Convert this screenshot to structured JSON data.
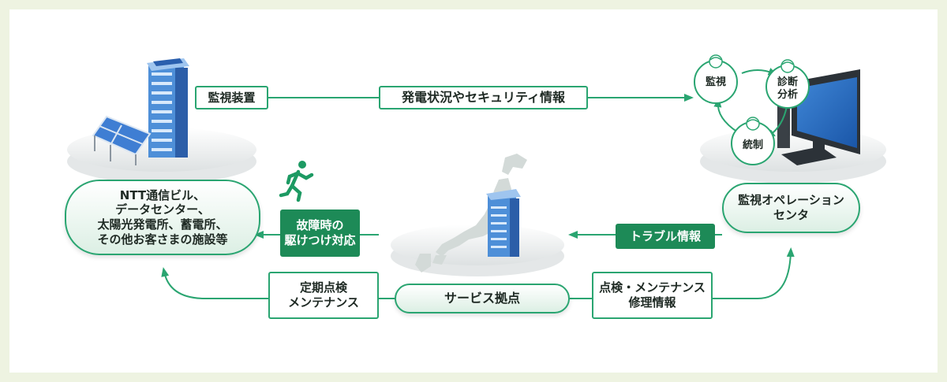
{
  "colors": {
    "background": "#eef3e1",
    "accent": "#2aa571",
    "accent_dark": "#1d8a57",
    "text": "#1f2a24"
  },
  "labels": {
    "monitoring_device": "監視装置",
    "info_flow": "発電状況やセキュリティ情報",
    "facilities": "NTT通信ビル、\nデータセンター、\n太陽光発電所、蓄電所、\nその他お客さまの施設等",
    "dispatch": "故障時の\n駆けつけ対応",
    "trouble_info": "トラブル情報",
    "operation_center": "監視オペレーション\nセンタ",
    "periodic": "定期点検\nメンテナンス",
    "service_base": "サービス拠点",
    "repair_info": "点検・メンテナンス\n修理情報"
  },
  "cycle": {
    "monitor": "監視",
    "diagnose": "診断\n分析",
    "control": "統制"
  },
  "icons": [
    "solar-building-icon",
    "running-person-icon",
    "japan-map-icon",
    "computer-monitor-icon",
    "person-icon"
  ]
}
